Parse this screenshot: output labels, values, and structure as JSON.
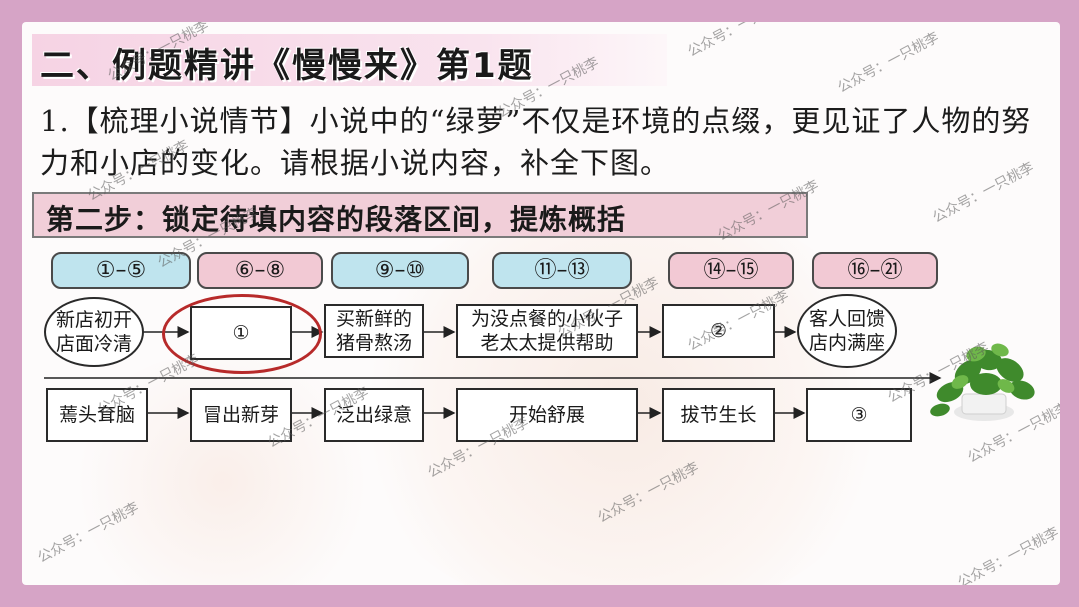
{
  "title": "二、例题精讲《慢慢来》第1题",
  "question": "1.【梳理小说情节】小说中的“绿萝”不仅是环境的点缀，更见证了人物的努力和小店的变化。请根据小说内容，补全下图。",
  "step": "第二步：锁定待填内容的段落区间，提炼概括",
  "ranges": [
    "①–⑤",
    "⑥–⑧",
    "⑨–⑩",
    "⑪–⑬",
    "⑭–⑮",
    "⑯–㉑"
  ],
  "story_row": {
    "start": "新店初开\n店面冷清",
    "blank1": "①",
    "item3": "买新鲜的\n猪骨熬汤",
    "item4": "为没点餐的小伙子\n老太太提供帮助",
    "blank2": "②",
    "end": "客人回馈\n店内满座"
  },
  "plant_row": {
    "item1": "蔫头耷脑",
    "item2": "冒出新芽",
    "item3": "泛出绿意",
    "item4": "开始舒展",
    "item5": "拔节生长",
    "blank3": "③"
  },
  "watermark": "公众号：一只桃李",
  "colors": {
    "border": "#d6a4c6",
    "pill_blue": "#bfe4ee",
    "pill_pink": "#f2c9d4",
    "title_band": "#f6d3e4",
    "highlight": "#b72a2a"
  }
}
